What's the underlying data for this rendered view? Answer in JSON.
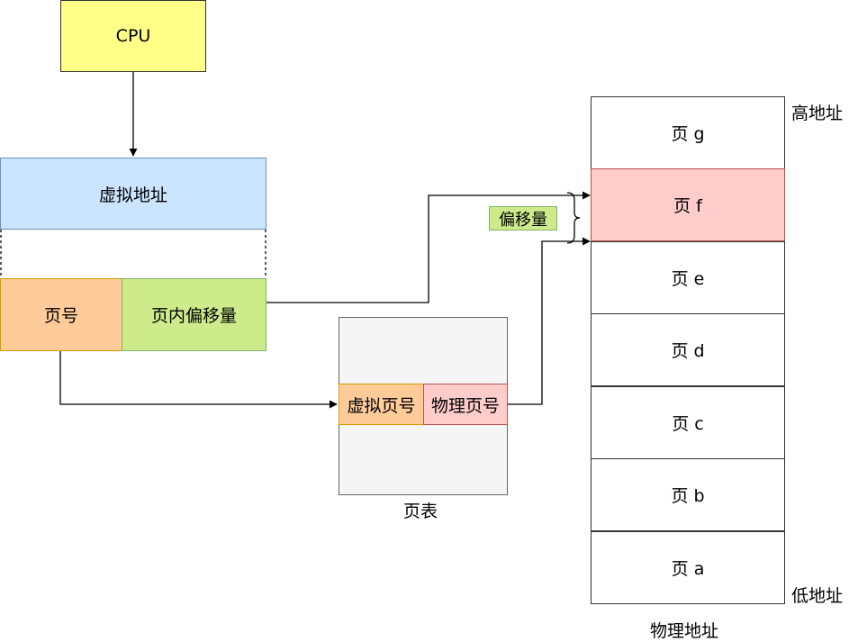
{
  "cpu": {
    "label": "CPU",
    "color": "#ffff88"
  },
  "virtual_address": {
    "label": "虚拟地址",
    "color": "#cce5ff"
  },
  "page_number": {
    "label": "页号",
    "color": "#ffcc99"
  },
  "page_offset": {
    "label": "页内偏移量",
    "color": "#cdeb8b"
  },
  "page_table": {
    "caption": "页表",
    "virtual_page_label": "虚拟页号",
    "physical_page_label": "物理页号"
  },
  "offset_tag": {
    "label": "偏移量",
    "color": "#cdeb8b"
  },
  "physical_memory": {
    "caption": "物理地址",
    "high_address_label": "高地址",
    "low_address_label": "低地址",
    "pages": [
      {
        "label": "页 g"
      },
      {
        "label": "页 f",
        "highlight": true
      },
      {
        "label": "页 e"
      },
      {
        "label": "页 d"
      },
      {
        "label": "页 c"
      },
      {
        "label": "页 b"
      },
      {
        "label": "页 a"
      }
    ],
    "highlight_color": "#ffcccc"
  }
}
